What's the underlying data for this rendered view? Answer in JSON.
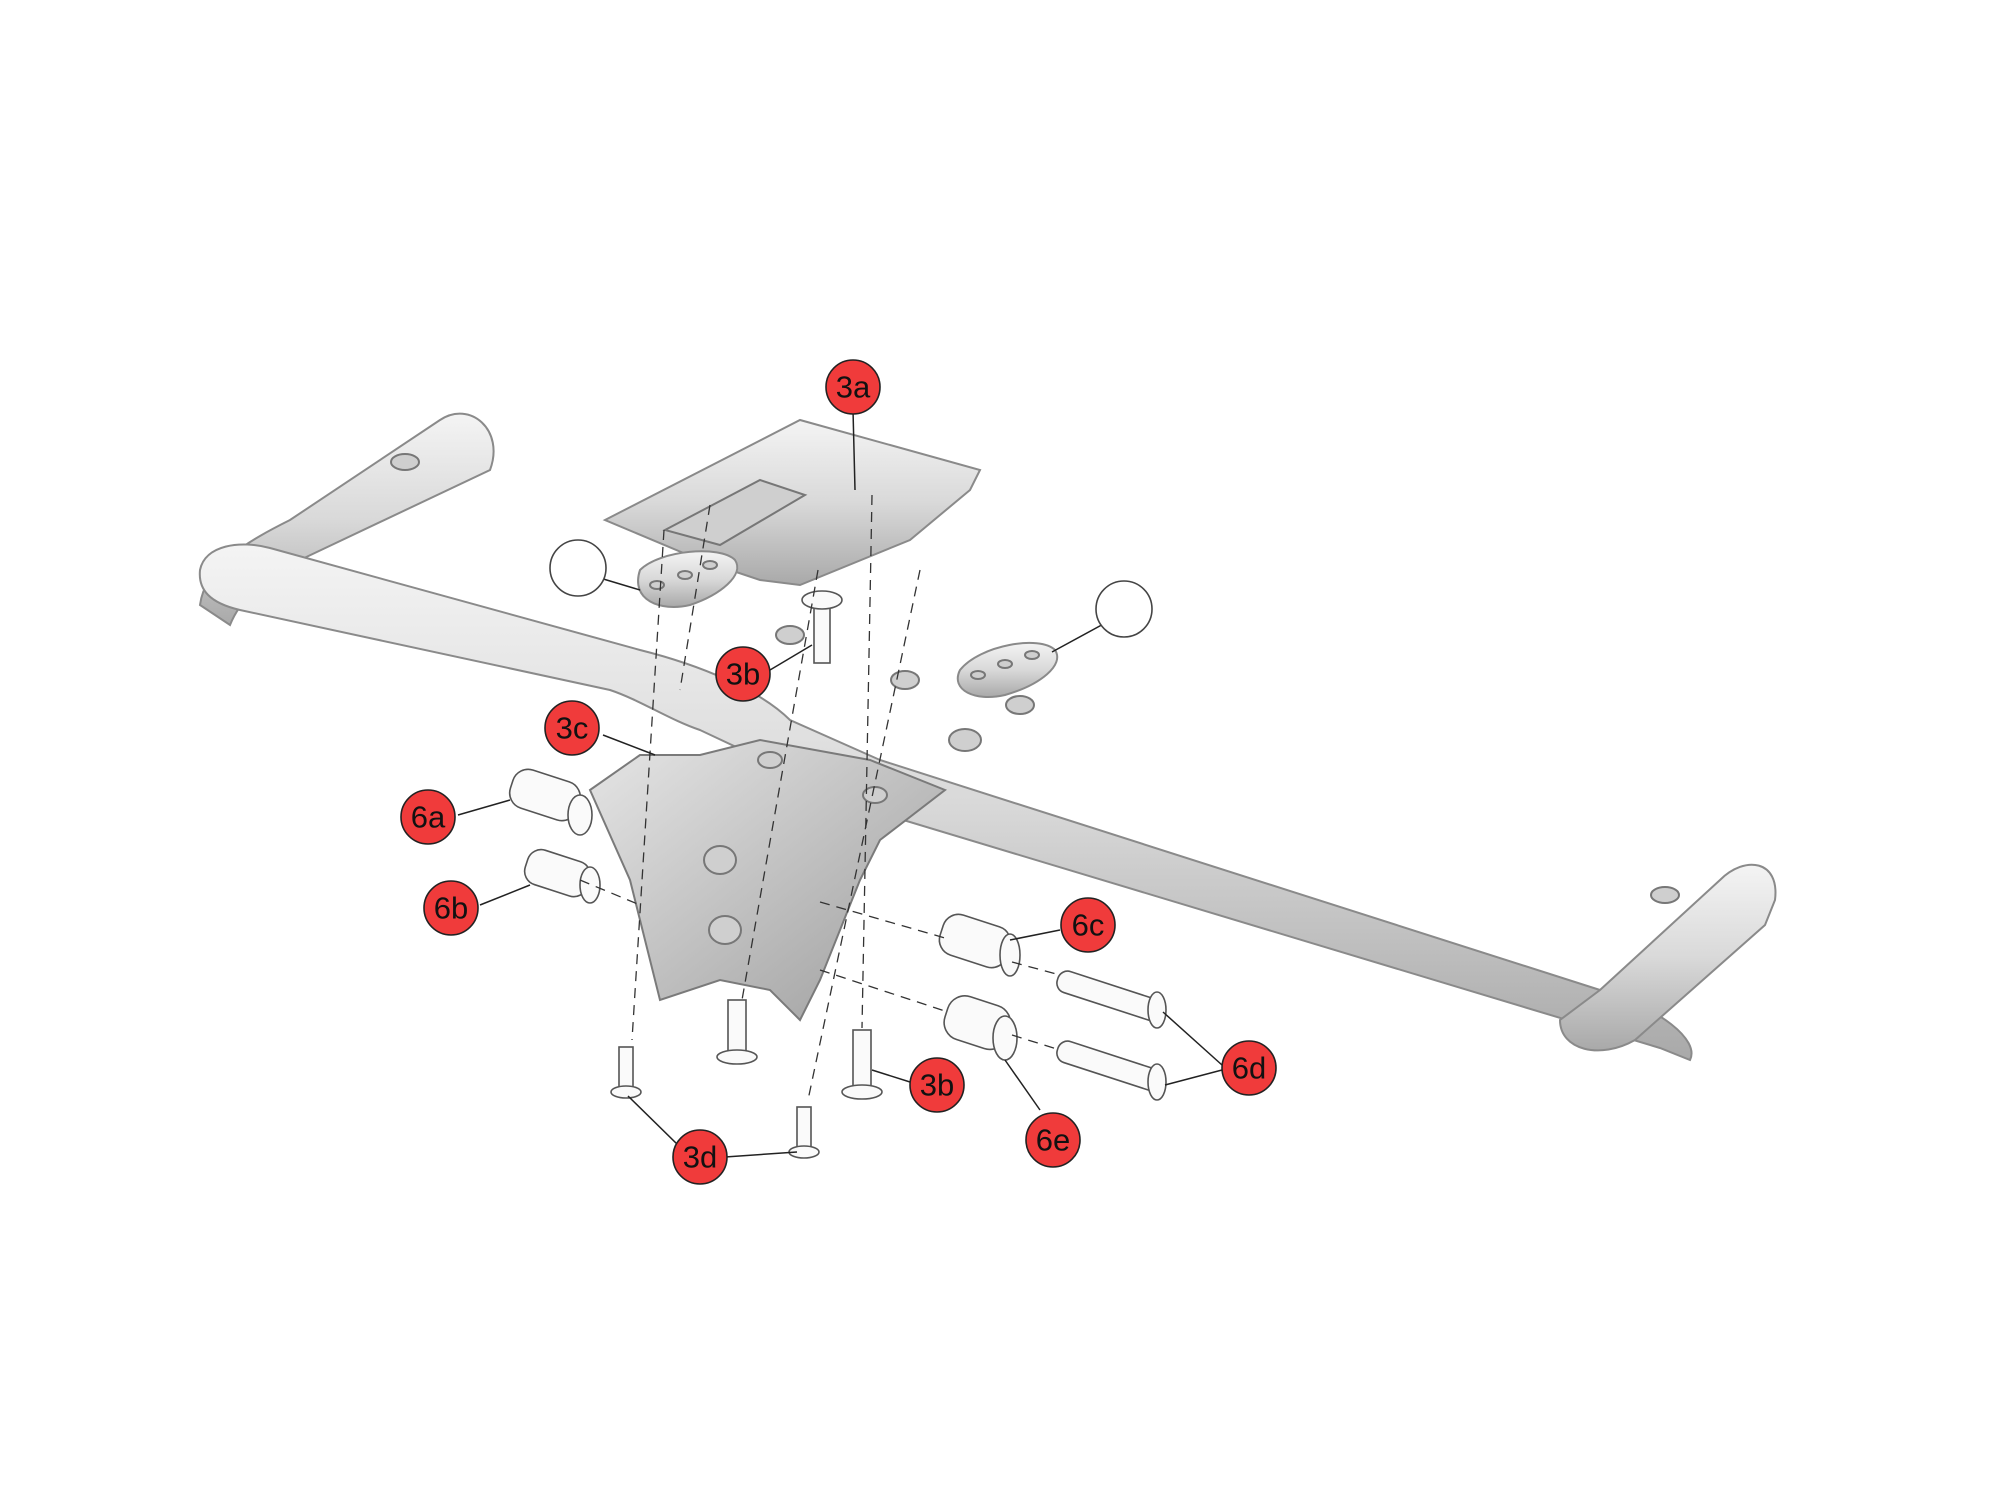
{
  "diagram": {
    "callouts": [
      {
        "id": "c-3a",
        "label": "3a"
      },
      {
        "id": "c-3b-top",
        "label": "3b"
      },
      {
        "id": "c-3c",
        "label": "3c"
      },
      {
        "id": "c-6a",
        "label": "6a"
      },
      {
        "id": "c-6b",
        "label": "6b"
      },
      {
        "id": "c-6c",
        "label": "6c"
      },
      {
        "id": "c-3b-bottom",
        "label": "3b"
      },
      {
        "id": "c-6d",
        "label": "6d"
      },
      {
        "id": "c-6e",
        "label": "6e"
      },
      {
        "id": "c-3d",
        "label": "3d"
      }
    ],
    "colors": {
      "callout_fill": "#f03b3b",
      "part_metal": "#d8d8d8",
      "background": "#ffffff"
    }
  }
}
